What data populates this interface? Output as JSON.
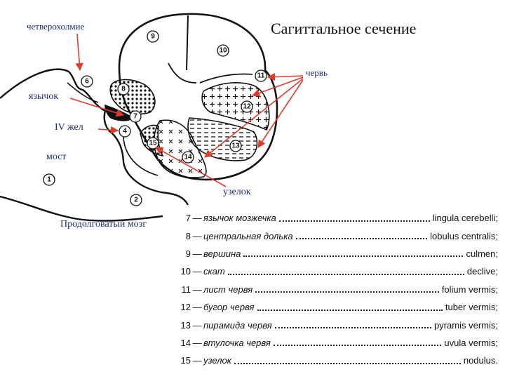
{
  "title": "Сагиттальное сечение",
  "labels": {
    "chetverokholmie": "четверохолмие",
    "cherv": "червь",
    "yazychok": "язычок",
    "iv_zhel": "IV жел",
    "most": "мост",
    "uzelok": "узелок",
    "prodolgovaty": "Продолговатый мозг"
  },
  "numbers": [
    "1",
    "2",
    "4",
    "6",
    "7",
    "8",
    "9",
    "10",
    "11",
    "12",
    "13",
    "14",
    "15"
  ],
  "legend": [
    {
      "num": "7",
      "ru": "язычок мозжечка",
      "lat": "lingula cerebelli;"
    },
    {
      "num": "8",
      "ru": "центральная долька",
      "lat": "lobulus centralis;"
    },
    {
      "num": "9",
      "ru": "вершина",
      "lat": "culmen;"
    },
    {
      "num": "10",
      "ru": "скат",
      "lat": "declive;"
    },
    {
      "num": "11",
      "ru": "лист червя",
      "lat": "folium vermis;"
    },
    {
      "num": "12",
      "ru": "бугор червя",
      "lat": "tuber vermis;"
    },
    {
      "num": "13",
      "ru": "пирамида червя",
      "lat": "pyramis vermis;"
    },
    {
      "num": "14",
      "ru": "втулочка червя",
      "lat": "uvula vermis;"
    },
    {
      "num": "15",
      "ru": "узелок",
      "lat": "nodulus."
    }
  ],
  "colors": {
    "arrow": "#e03a2a",
    "label": "#1a2d6e",
    "line": "#111111"
  }
}
